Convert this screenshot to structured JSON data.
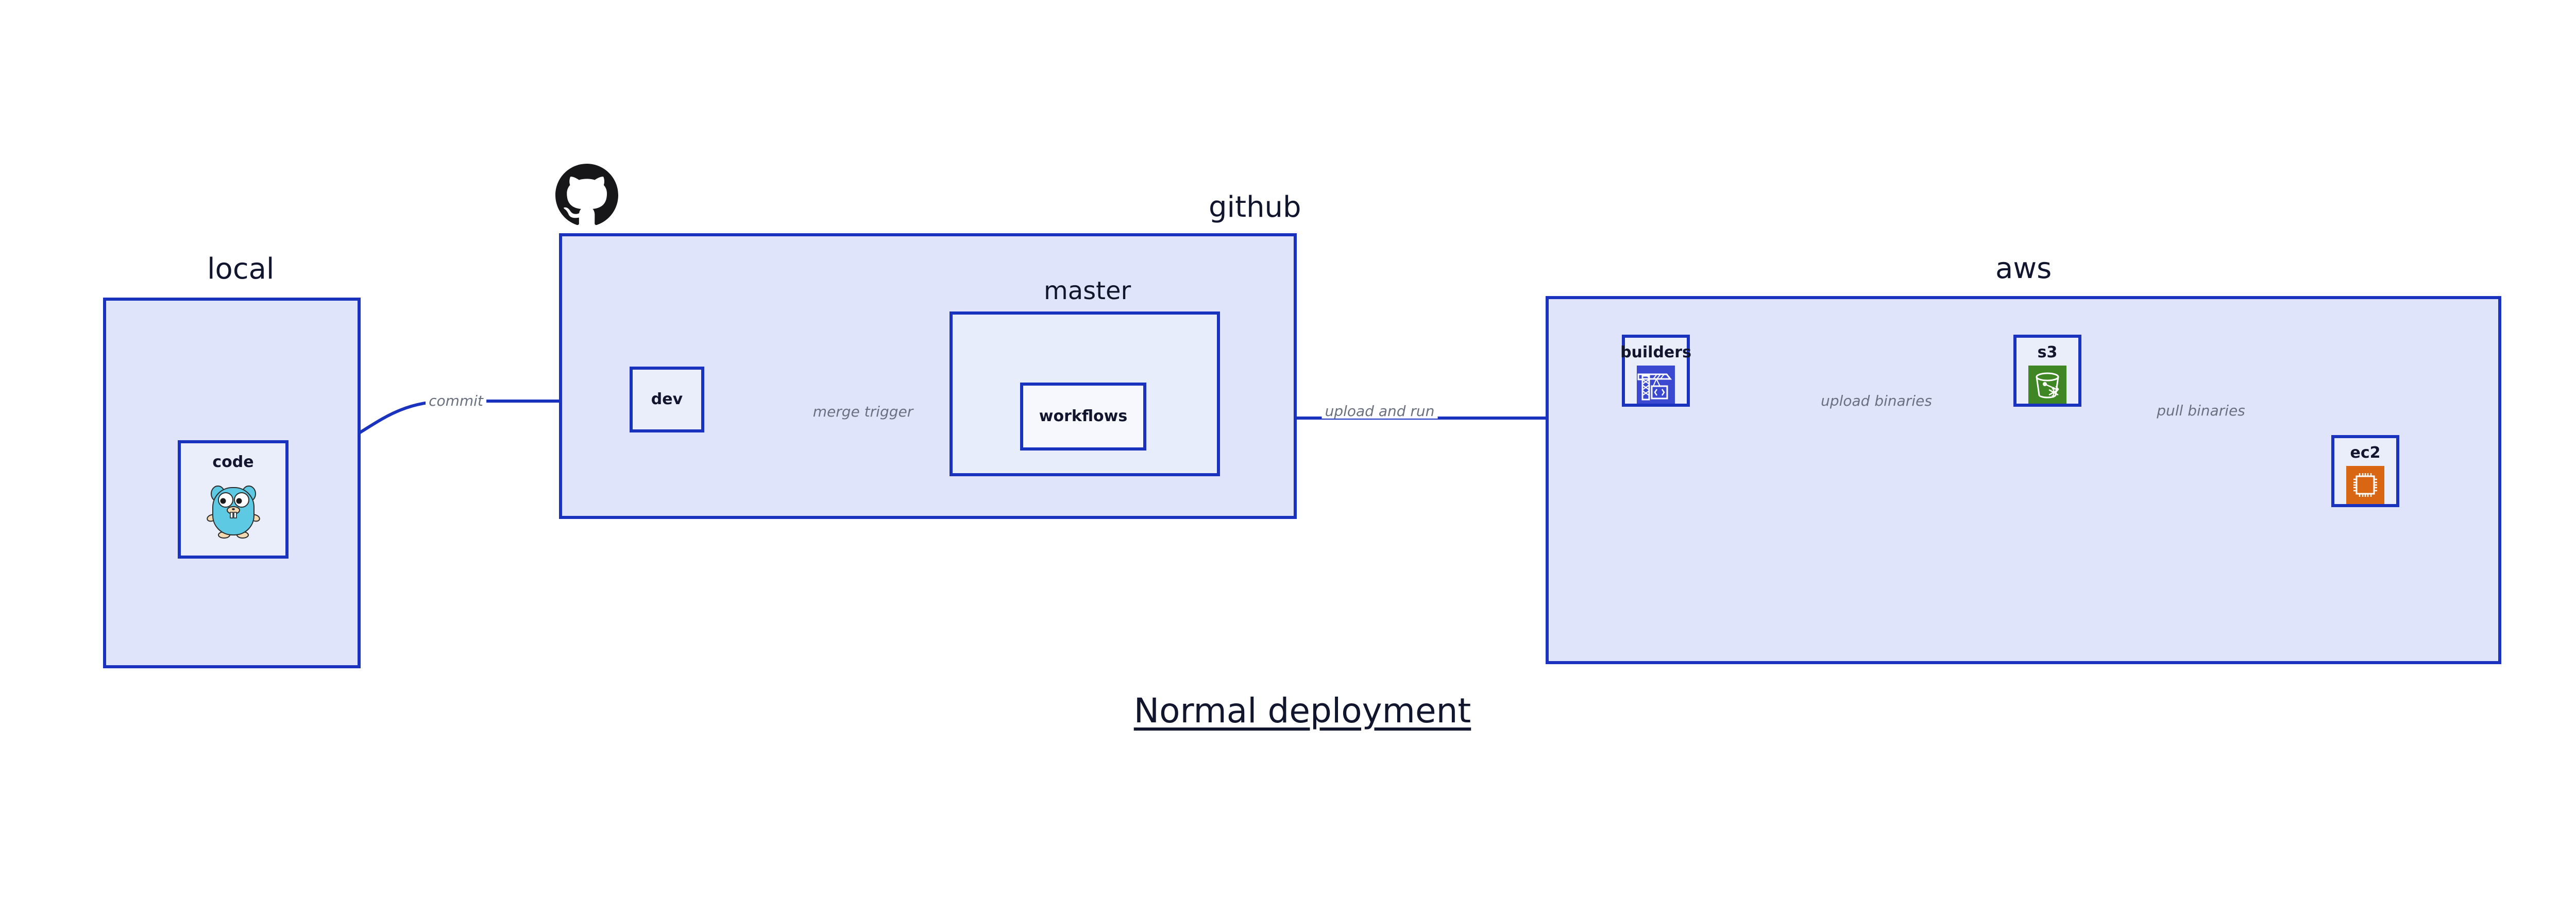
{
  "diagram": {
    "title": "Normal deployment",
    "accent_border": "#1a33bf",
    "group_fill": "#dfe4fa",
    "subgroup_fill": "#e8edfb",
    "node_fill": "#eaeefb",
    "edge_label_color": "#6b7080",
    "text_color": "#11152e"
  },
  "groups": {
    "local": {
      "label": "local",
      "nodes": {
        "code": {
          "label": "code",
          "icon": "go-gopher-icon"
        }
      }
    },
    "github": {
      "label": "github",
      "logo_icon": "github-octocat-icon",
      "nodes": {
        "dev": {
          "label": "dev"
        }
      },
      "subgroups": {
        "master": {
          "label": "master",
          "nodes": {
            "workflows": {
              "label": "workflows"
            }
          }
        }
      }
    },
    "aws": {
      "label": "aws",
      "nodes": {
        "builders": {
          "label": "builders",
          "icon": "aws-builders-crane-icon",
          "icon_color": "#3a49cf"
        },
        "s3": {
          "label": "s3",
          "icon": "aws-s3-bucket-icon",
          "icon_color": "#3f8624"
        },
        "ec2": {
          "label": "ec2",
          "icon": "aws-ec2-chip-icon",
          "icon_color": "#d86613"
        }
      }
    }
  },
  "edges": [
    {
      "id": "commit",
      "label": "commit",
      "from": "code",
      "to": "dev"
    },
    {
      "id": "merge-trigger",
      "label": "merge trigger",
      "from": "dev",
      "to": "workflows"
    },
    {
      "id": "upload-and-run",
      "label": "upload and run",
      "from": "workflows",
      "to": "builders"
    },
    {
      "id": "upload-binaries",
      "label": "upload binaries",
      "from": "builders",
      "to": "s3"
    },
    {
      "id": "pull-binaries",
      "label": "pull binaries",
      "from": "s3",
      "to": "ec2"
    }
  ]
}
